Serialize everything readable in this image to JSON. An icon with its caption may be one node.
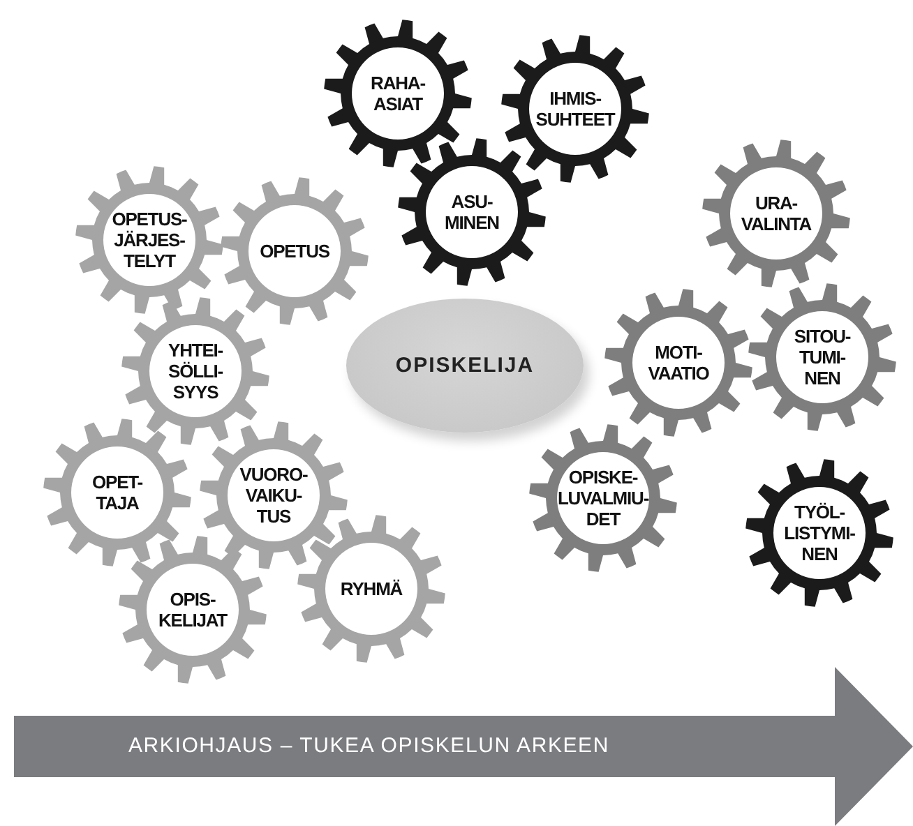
{
  "diagram": {
    "nodes": [
      {
        "text": [
          "RAHA- ASIAT"
        ]
      },
      {
        "text": [
          "IHMIS- SUHTEET"
        ]
      },
      {
        "text": [
          "ASU- MINEN"
        ]
      },
      {
        "text": [
          "URA- VALINTA"
        ]
      },
      {
        "text": [
          "OPETUS- JÄRJES- TELYT"
        ]
      },
      {
        "text": [
          "OPETUS"
        ]
      },
      {
        "text": [
          "OPISKELIJA"
        ]
      },
      {
        "text": [
          "YHTEI- SÖLLI- SYYS"
        ]
      },
      {
        "text": [
          "MOTI- VAATIO"
        ]
      },
      {
        "text": [
          "SITOU- TUMI- NEN"
        ]
      },
      {
        "text": [
          "OPET- TAJA"
        ]
      },
      {
        "text": [
          "VUORO- VAIKU- TUS"
        ]
      },
      {
        "text": [
          "OPISKE- LUVALMIU- DET"
        ]
      },
      {
        "text": [
          "TYÖL- LISTYMI- NEN"
        ]
      },
      {
        "text": [
          "OPIS- KELIJAT"
        ]
      },
      {
        "text": [
          "RYHMÄ"
        ]
      },
      {
        "text": [
          "ARKIOHJAUS – TUKEA OPISKELUN ARKEEN"
        ]
      }
    ],
    "edges": []
  }
}
